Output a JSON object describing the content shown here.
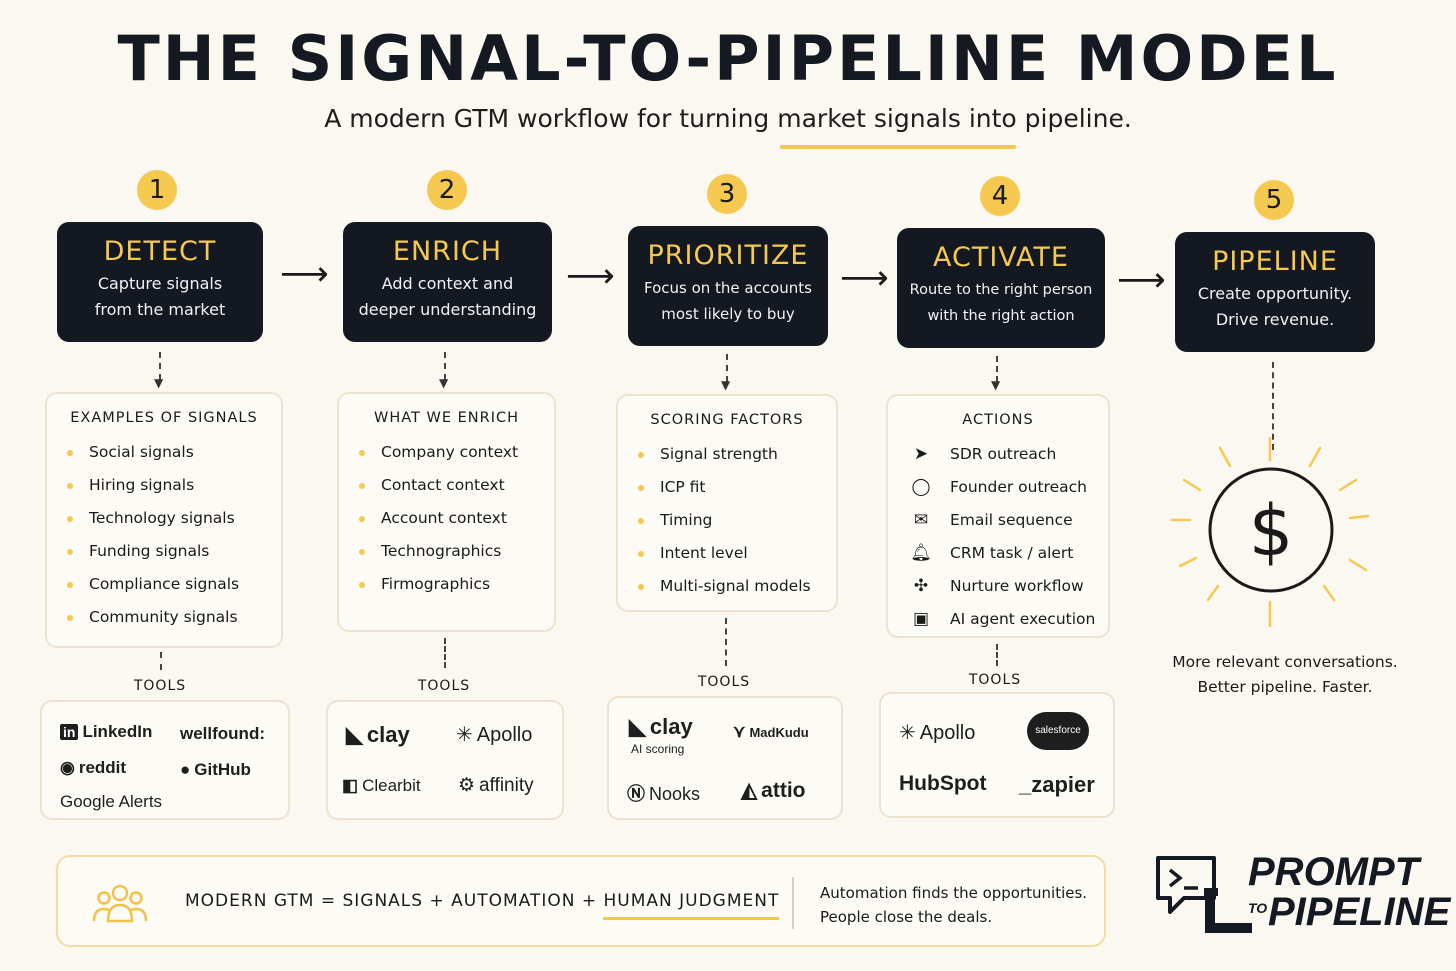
{
  "title": "THE SIGNAL-TO-PIPELINE MODEL",
  "subtitle": "A modern GTM workflow for turning market signals into pipeline.",
  "steps": [
    {
      "num": "1",
      "title": "DETECT",
      "desc": "Capture signals\nfrom the market"
    },
    {
      "num": "2",
      "title": "ENRICH",
      "desc": "Add context and\ndeeper understanding"
    },
    {
      "num": "3",
      "title": "PRIORITIZE",
      "desc": "Focus on the accounts\nmost likely to buy"
    },
    {
      "num": "4",
      "title": "ACTIVATE",
      "desc": "Route to the right person\nwith the right action"
    },
    {
      "num": "5",
      "title": "PIPELINE",
      "desc": "Create opportunity.\nDrive revenue."
    }
  ],
  "cards": {
    "signals": {
      "heading": "EXAMPLES OF SIGNALS",
      "items": [
        "Social signals",
        "Hiring signals",
        "Technology signals",
        "Funding signals",
        "Compliance signals",
        "Community signals"
      ]
    },
    "enrich": {
      "heading": "WHAT WE ENRICH",
      "items": [
        "Company context",
        "Contact context",
        "Account context",
        "Technographics",
        "Firmographics"
      ]
    },
    "scoring": {
      "heading": "SCORING FACTORS",
      "items": [
        "Signal strength",
        "ICP fit",
        "Timing",
        "Intent level",
        "Multi-signal models"
      ]
    },
    "actions": {
      "heading": "ACTIONS",
      "items": [
        {
          "label": "SDR outreach",
          "icon": "send-icon"
        },
        {
          "label": "Founder outreach",
          "icon": "person-icon"
        },
        {
          "label": "Email sequence",
          "icon": "envelope-icon"
        },
        {
          "label": "CRM task / alert",
          "icon": "bell-icon"
        },
        {
          "label": "Nurture workflow",
          "icon": "workflow-icon"
        },
        {
          "label": "AI agent execution",
          "icon": "robot-icon"
        }
      ]
    }
  },
  "tools_label": "TOOLS",
  "tools": {
    "detect": [
      "LinkedIn",
      "wellfound:",
      "reddit",
      "GitHub",
      "Google Alerts"
    ],
    "enrich": [
      "clay",
      "Apollo",
      "Clearbit",
      "affinity"
    ],
    "prioritize": [
      "clay",
      "AI scoring",
      "MadKudu",
      "Nooks",
      "attio"
    ],
    "activate": [
      "Apollo",
      "salesforce",
      "HubSpot",
      "_zapier"
    ]
  },
  "pipeline_caption": "More relevant conversations.\nBetter pipeline. Faster.",
  "footer": {
    "formula_prefix": "MODERN GTM = SIGNALS + AUTOMATION + ",
    "formula_emph": "HUMAN JUDGMENT",
    "note_line1": "Automation finds the opportunities.",
    "note_line2": "People close the deals."
  },
  "brand": {
    "line1": "PROMPT",
    "small": "TO",
    "line2": "PIPELINE"
  },
  "colors": {
    "accent": "#f5c94f",
    "dark": "#141821",
    "background": "#fbf8f1"
  }
}
